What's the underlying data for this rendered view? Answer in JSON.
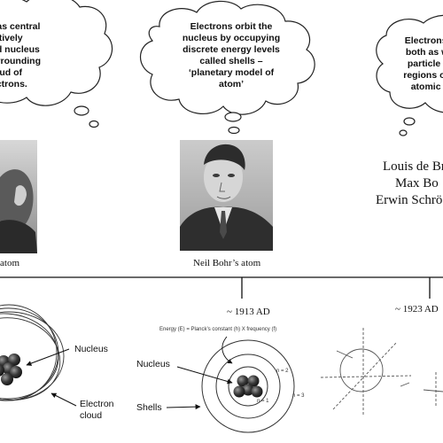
{
  "clouds": {
    "rutherford": "has central\nsitively\ned nucleus\nurrounding\nloud of\nectrons.",
    "bohr": "Electrons orbit the\nnucleus by occupying\ndiscrete energy levels\ncalled shells –\n‘planetary model of\natom’",
    "quantum": "Electrons c\nboth as wa\nparticle ar\nregions of s\natomic c"
  },
  "captions": {
    "rutherford": "atom",
    "bohr": "Neil Bohr’s atom"
  },
  "scientists": [
    "Louis de Br",
    "Max Bo",
    "Erwin Schrö"
  ],
  "timeline": {
    "bohr_date": "~ 1913 AD",
    "quantum_date": "~ 1923 AD"
  },
  "rutherford_diagram": {
    "nucleus_label": "Nucleus",
    "cloud_label": "Electron\ncloud"
  },
  "bohr_diagram": {
    "formula": "Energy (E) = Planck’s constant (h) X frequency (f)",
    "nucleus_label": "Nucleus",
    "shells_label": "Shells",
    "shell_n1": "n = 1",
    "shell_n2": "n = 2",
    "shell_n3": "n = 3"
  }
}
